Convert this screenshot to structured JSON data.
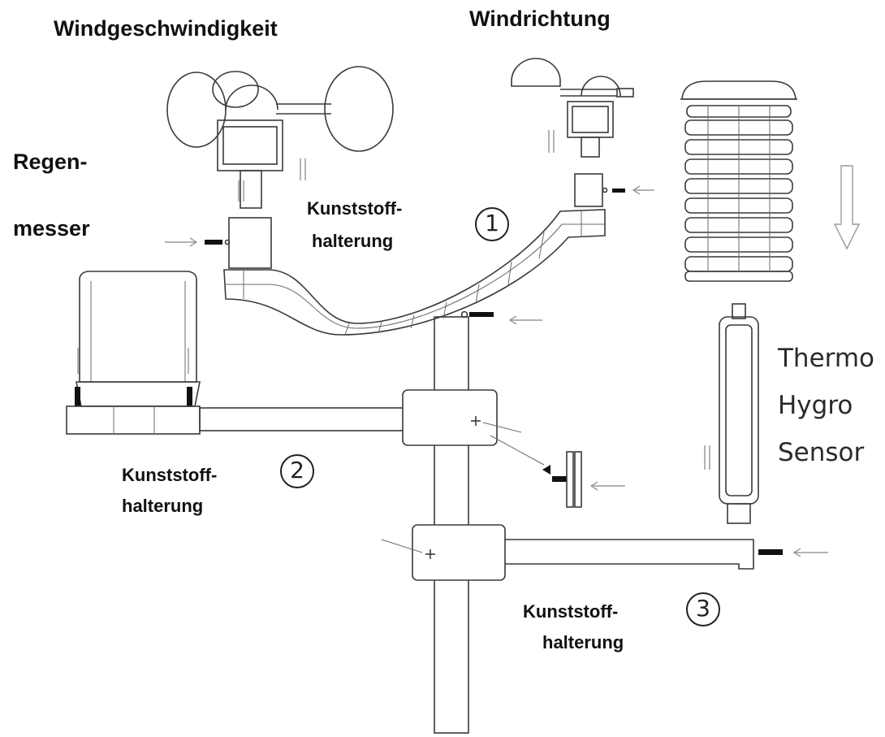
{
  "labels": {
    "wind_speed": "Windgeschwindigkeit",
    "wind_direction": "Windrichtung",
    "rain_gauge_line1": "Regen-",
    "rain_gauge_line2": "messer",
    "bracket1_line1": "Kunststoff-",
    "bracket1_line2": "halterung",
    "bracket2_line1": "Kunststoff-",
    "bracket2_line2": "halterung",
    "bracket3_line1": "Kunststoff-",
    "bracket3_line2": "halterung",
    "sensor_line1": "Thermo",
    "sensor_line2": "Hygro",
    "sensor_line3": "Sensor"
  },
  "markers": {
    "one": "1",
    "two": "2",
    "three": "3"
  },
  "colors": {
    "line": "#3a3a3a",
    "text": "#111111",
    "arrow": "#9a9a9a",
    "background": "#ffffff"
  }
}
